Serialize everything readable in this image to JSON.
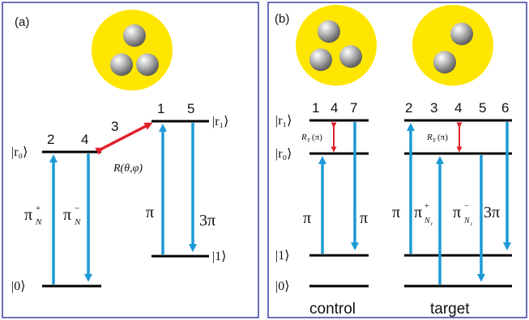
{
  "panel_a": {
    "tag": "(a)",
    "levels": {
      "r1": "|r₁⟩",
      "r0": "|r₀⟩",
      "one": "|1⟩",
      "zero": "|0⟩"
    },
    "numbers": {
      "n2": "2",
      "n4": "4",
      "n3": "3",
      "n1": "1",
      "n5": "5"
    },
    "rotation": "R(θ,φ)",
    "pulses": {
      "pi_plus": "π",
      "pi_plus_sup": "+",
      "pi_plus_sub": "N",
      "pi_minus": "π",
      "pi_minus_sup": "−",
      "pi_minus_sub": "N",
      "pi": "π",
      "three_pi": "3π"
    }
  },
  "panel_b": {
    "tag": "(b)",
    "levels": {
      "r1": "|r₁⟩",
      "r0": "|r₀⟩",
      "one": "|1⟩",
      "zero": "|0⟩"
    },
    "control_numbers": {
      "n1": "1",
      "n4": "4",
      "n7": "7"
    },
    "target_numbers": {
      "n2": "2",
      "n3": "3",
      "n4": "4",
      "n5": "5",
      "n6": "6"
    },
    "ry_control": "R",
    "ry_sub": "Y",
    "ry_arg": "(π)",
    "pulses": {
      "pi_left": "π",
      "pi_right": "π",
      "pi_target": "π",
      "pi_plus": "π",
      "pi_plus_sup": "+",
      "pi_plus_sub": "N",
      "pi_plus_subsub": "t",
      "pi_minus": "π",
      "pi_minus_sup": "−",
      "pi_minus_sub": "N",
      "pi_minus_subsub": "t",
      "three_pi": "3π"
    },
    "captions": {
      "control": "control",
      "target": "target"
    }
  },
  "colors": {
    "frame": "#3b3fa0",
    "arrow_blue": "#1e9ad6",
    "arrow_red": "#e0202a",
    "atom_circle": "#ffe600"
  }
}
